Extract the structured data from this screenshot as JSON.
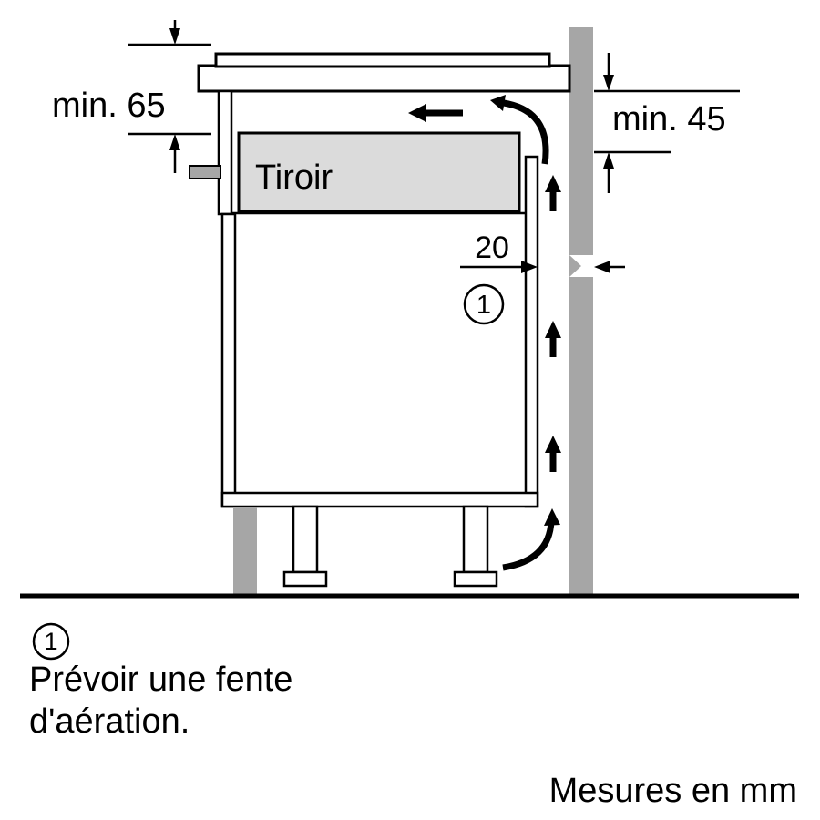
{
  "diagram": {
    "drawer_label": "Tiroir",
    "dim_left_label": "min. 65",
    "dim_right_label": "min. 45",
    "dim_gap_label": "20",
    "callout_number": "1"
  },
  "note": {
    "number": "1",
    "line1": "Prévoir une fente",
    "line2": "d'aération."
  },
  "footer": {
    "units_label": "Mesures en mm"
  },
  "colors": {
    "line_black": "#000000",
    "wall_gray": "#a6a6a6",
    "drawer_gray": "#dbdbdb",
    "plinth_gray": "#a6a6a6",
    "connector_gray": "#a6a6a6",
    "background": "#ffffff"
  }
}
